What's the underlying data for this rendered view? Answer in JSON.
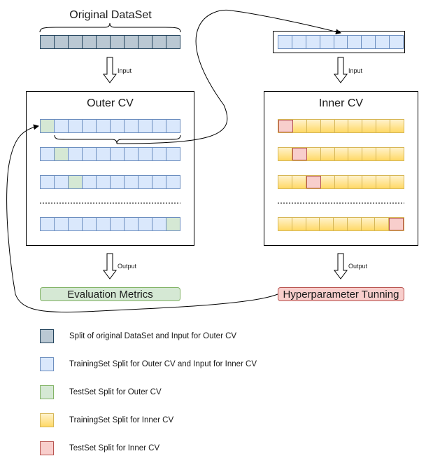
{
  "diagram": {
    "original_title": "Original DataSet",
    "outer_title": "Outer CV",
    "inner_title": "Inner CV",
    "input_label_left": "Input",
    "input_label_right": "Input",
    "output_label_left": "Output",
    "output_label_right": "Output",
    "evaluation_label": "Evaluation Metrics",
    "hyper_label": "Hyperparameter Tunning"
  },
  "legend": [
    {
      "text": "Split of original DataSet and Input for Outer CV",
      "color": "#bac8d3"
    },
    {
      "text": "TrainingSet Split for Outer CV and Input for Inner CV",
      "color": "#dae8fc"
    },
    {
      "text": "TestSet Split for Outer CV",
      "color": "#d5e8d4"
    },
    {
      "text": "TrainingSet Split for Inner CV",
      "color": "#ffd966"
    },
    {
      "text": "TestSet Split for Inner CV",
      "color": "#f8cecc"
    }
  ]
}
